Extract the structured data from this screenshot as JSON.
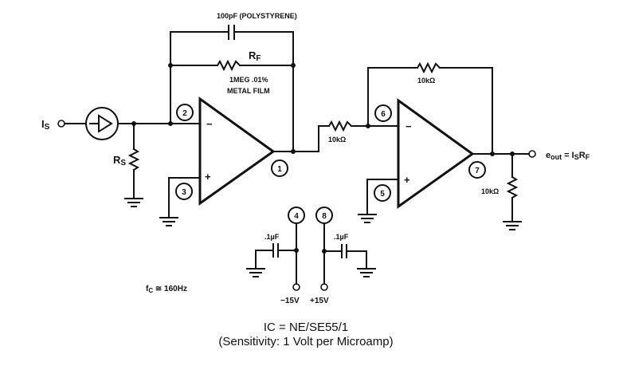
{
  "diagram": {
    "title": "IC = NE/SE55/1",
    "subtitle": "(Sensitivity: 1 Volt per Microamp)",
    "input": {
      "label": "IS",
      "label_main": "I",
      "label_sub": "S"
    },
    "source_resistor": {
      "label_main": "R",
      "label_sub": "S"
    },
    "feedback_cap": {
      "label": "100pF (POLYSTYRENE)"
    },
    "feedback_resistor": {
      "label_main": "R",
      "label_sub": "F",
      "value": "1MEG .01%",
      "type": "METAL FILM"
    },
    "opamp1": {
      "pins": {
        "inverting": "2",
        "noninverting": "3",
        "output": "1"
      },
      "minus": "−",
      "plus": "+"
    },
    "coupling_resistor": {
      "value": "10kΩ"
    },
    "opamp2": {
      "pins": {
        "inverting": "6",
        "noninverting": "5",
        "output": "7"
      },
      "minus": "−",
      "plus": "+"
    },
    "feedback_resistor2": {
      "value": "10kΩ"
    },
    "load_resistor": {
      "value": "10kΩ"
    },
    "output": {
      "label": "eout = ISRF",
      "e": "e",
      "out": "out",
      "eq": " = I",
      "s": "S",
      "r": "R",
      "f": "F"
    },
    "supply": {
      "neg": {
        "pin": "4",
        "cap": ".1µF",
        "voltage": "−15V"
      },
      "pos": {
        "pin": "8",
        "cap": ".1µF",
        "voltage": "+15V"
      }
    },
    "cutoff": {
      "label": "fC ≅ 160Hz",
      "f": "f",
      "c": "C",
      "rest": " ≅ 160Hz"
    }
  }
}
